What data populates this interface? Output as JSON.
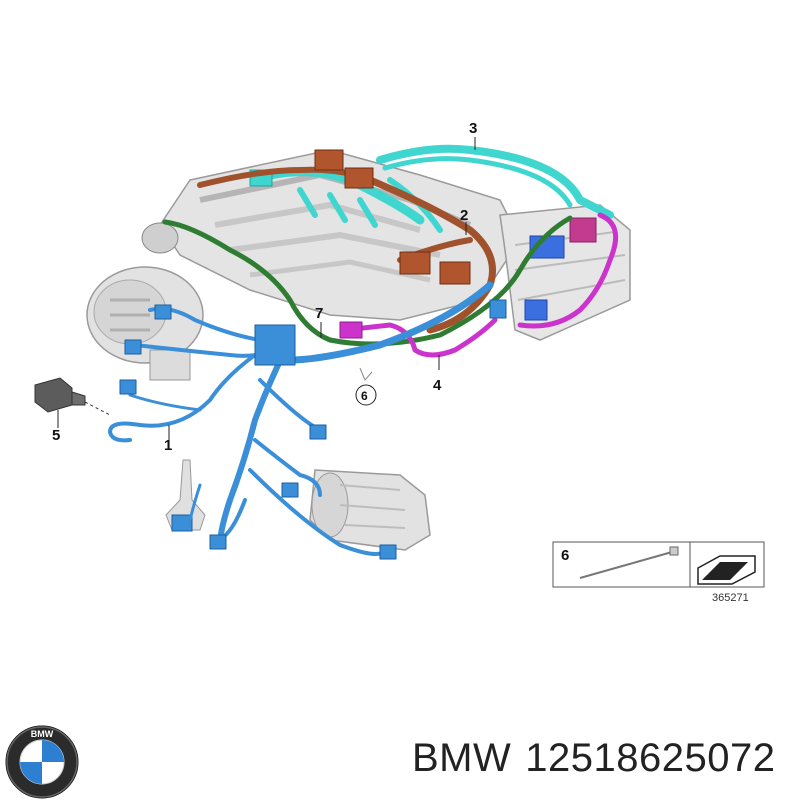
{
  "callouts": {
    "c1": "1",
    "c2": "2",
    "c3": "3",
    "c4": "4",
    "c5": "5",
    "c6": "6",
    "c7": "7"
  },
  "inset": {
    "label": "6",
    "number": "365271"
  },
  "logo": {
    "text": "BMW"
  },
  "caption": {
    "brand": "BMW",
    "part_number": "12518625072"
  },
  "colors": {
    "harness_1": "#3a8fd8",
    "harness_2": "#a0522d",
    "harness_3": "#3fd6d0",
    "harness_4": "#cc33cc",
    "harness_7": "#2e7d32",
    "engine": "#d9d9d9"
  }
}
